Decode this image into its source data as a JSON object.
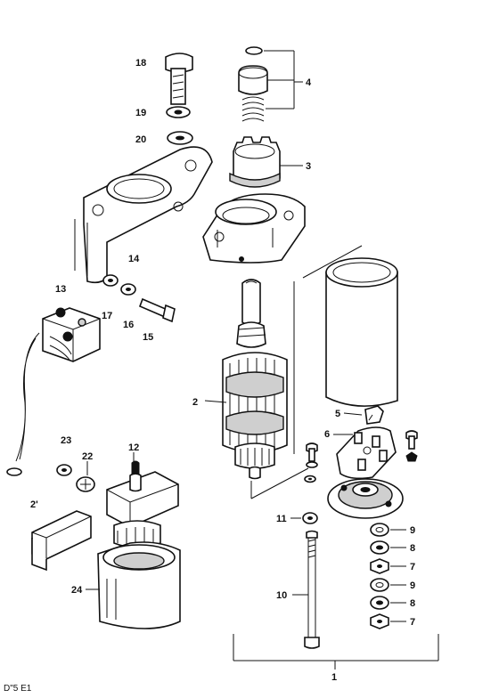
{
  "diagram": {
    "callouts": [
      {
        "id": "c18",
        "text": "18"
      },
      {
        "id": "c19",
        "text": "19"
      },
      {
        "id": "c20",
        "text": "20"
      },
      {
        "id": "c4",
        "text": "4"
      },
      {
        "id": "c3",
        "text": "3"
      },
      {
        "id": "c14",
        "text": "14"
      },
      {
        "id": "c13",
        "text": "13"
      },
      {
        "id": "c17",
        "text": "17"
      },
      {
        "id": "c16",
        "text": "16"
      },
      {
        "id": "c15",
        "text": "15"
      },
      {
        "id": "c2",
        "text": "2"
      },
      {
        "id": "c5",
        "text": "5"
      },
      {
        "id": "c6",
        "text": "6"
      },
      {
        "id": "c12",
        "text": "12"
      },
      {
        "id": "c23",
        "text": "23"
      },
      {
        "id": "c22",
        "text": "22"
      },
      {
        "id": "c21",
        "text": "2'"
      },
      {
        "id": "c11",
        "text": "11"
      },
      {
        "id": "c9a",
        "text": "9"
      },
      {
        "id": "c8a",
        "text": "8"
      },
      {
        "id": "c7a",
        "text": "7"
      },
      {
        "id": "c9b",
        "text": "9"
      },
      {
        "id": "c8b",
        "text": "8"
      },
      {
        "id": "c7b",
        "text": "7"
      },
      {
        "id": "c10",
        "text": "10"
      },
      {
        "id": "c24",
        "text": "24"
      },
      {
        "id": "c1",
        "text": "1"
      }
    ],
    "footer_code": "D\"5   E1"
  }
}
